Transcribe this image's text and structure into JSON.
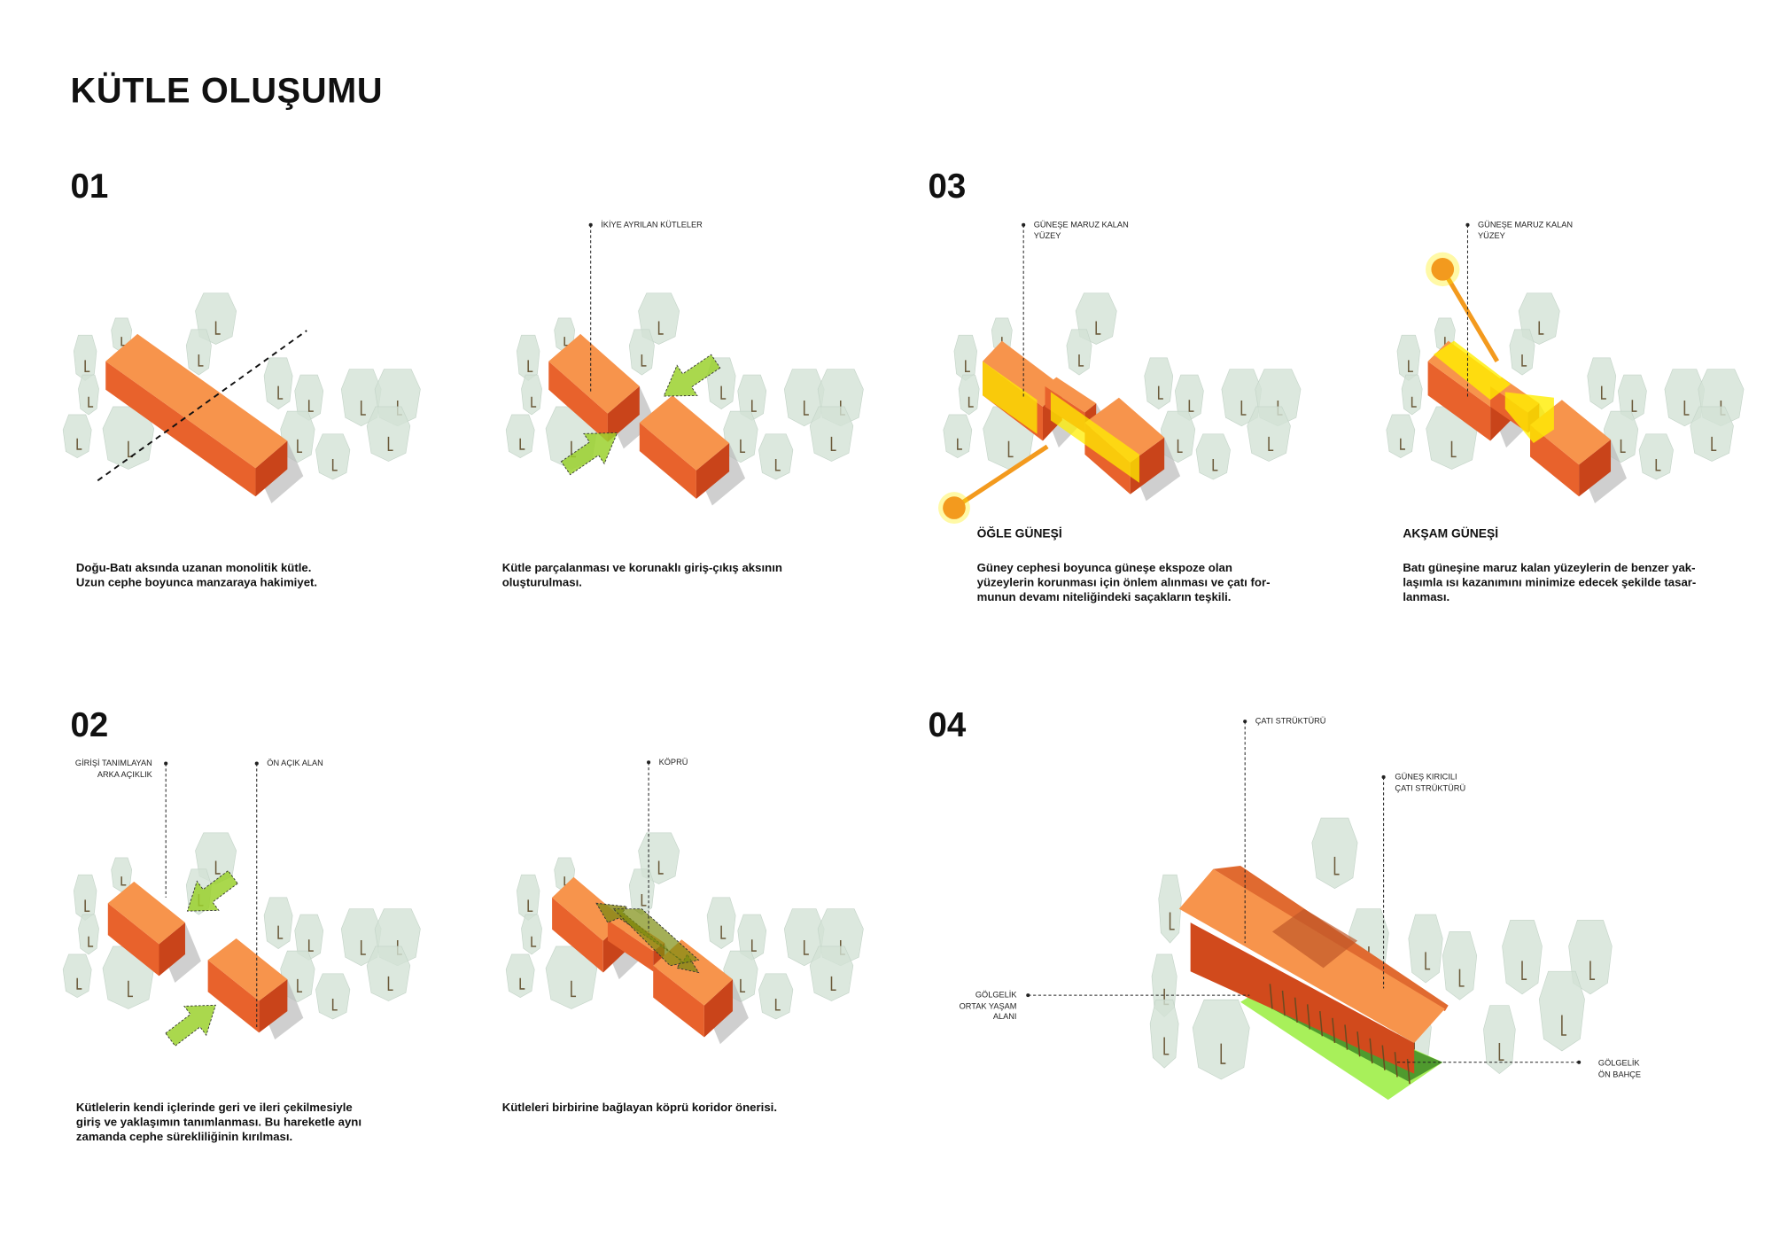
{
  "page_title": "KÜTLE OLUŞUMU",
  "sections": {
    "s01": "01",
    "s02": "02",
    "s03": "03",
    "s04": "04"
  },
  "panels": {
    "p1": {
      "caption": [
        "Doğu-Batı aksında uzanan monolitik kütle.",
        "Uzun cephe boyunca manzaraya hakimiyet."
      ]
    },
    "p2": {
      "label": "İKİYE AYRILAN KÜTLELER",
      "caption": [
        "Kütle parçalanması ve korunaklı giriş-çıkış aksının",
        "oluşturulması."
      ]
    },
    "p3": {
      "label": [
        "GÜNEŞE MARUZ KALAN",
        "YÜZEY"
      ],
      "heading": "ÖĞLE GÜNEŞİ",
      "caption": [
        "Güney cephesi boyunca güneşe ekspoze olan",
        "yüzeylerin korunması için önlem alınması ve çatı for-",
        "munun devamı niteliğindeki saçakların teşkili."
      ]
    },
    "p4": {
      "label": [
        "GÜNEŞE MARUZ KALAN",
        "YÜZEY"
      ],
      "heading": "AKŞAM GÜNEŞİ",
      "caption": [
        "Batı güneşine maruz kalan yüzeylerin de benzer yak-",
        "laşımla ısı kazanımını minimize edecek şekilde tasar-",
        "lanması."
      ]
    },
    "p5": {
      "label_back": [
        "GİRİŞİ TANIMLAYAN",
        "ARKA AÇIKLIK"
      ],
      "label_front": "ÖN AÇIK ALAN",
      "caption": [
        "Kütlelerin kendi içlerinde geri ve ileri çekilmesiyle",
        "giriş ve yaklaşımın tanımlanması. Bu hareketle aynı",
        "zamanda cephe sürekliliğinin kırılması."
      ]
    },
    "p6": {
      "label": "KÖPRÜ",
      "caption": [
        "Kütleleri birbirine bağlayan köprü koridor önerisi."
      ]
    },
    "p7": {
      "label_roof": "ÇATI STRÜKTÜRÜ",
      "label_shade_roof": [
        "GÜNEŞ KIRICILI",
        "ÇATI STRÜKTÜRÜ"
      ],
      "label_common": [
        "GÖLGELİK",
        "ORTAK YAŞAM",
        "ALANI"
      ],
      "label_garden": [
        "GÖLGELİK",
        "ÖN BAHÇE"
      ]
    }
  },
  "colors": {
    "mass_top": "#f7944c",
    "mass_left": "#e8622c",
    "mass_right": "#c9441a",
    "tree": "#d3e2d6",
    "arrow_green": "#9bd12e",
    "sun_yellow": "#ffee00",
    "sun_orange": "#f39a1e",
    "ground_green": "#a8f05a"
  }
}
